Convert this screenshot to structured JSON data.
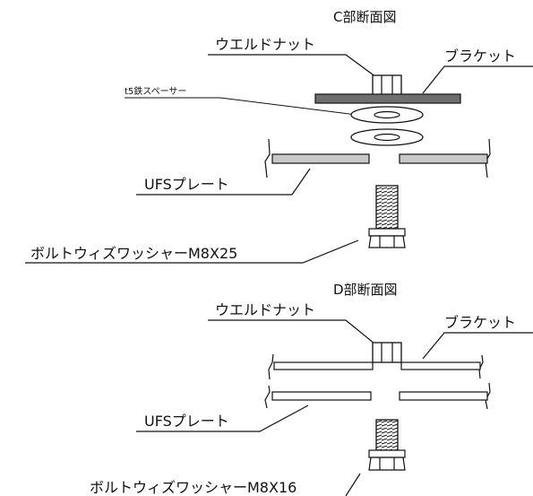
{
  "section_c": {
    "title": "C部断面図",
    "weld_nut": "ウエルドナット",
    "bracket": "ブラケット",
    "spacer": "t5鉄スペーサー",
    "plate": "UFSプレート",
    "bolt": "ボルトウィズワッシャーM8X25"
  },
  "section_d": {
    "title": "D部断面図",
    "weld_nut": "ウエルドナット",
    "bracket": "ブラケット",
    "plate": "UFSプレート",
    "bolt": "ボルトウィズワッシャーM8X16"
  },
  "colors": {
    "bracket_fill": "#6e6e6e",
    "plate_fill": "#c8c8c8",
    "ink": "#111111"
  }
}
